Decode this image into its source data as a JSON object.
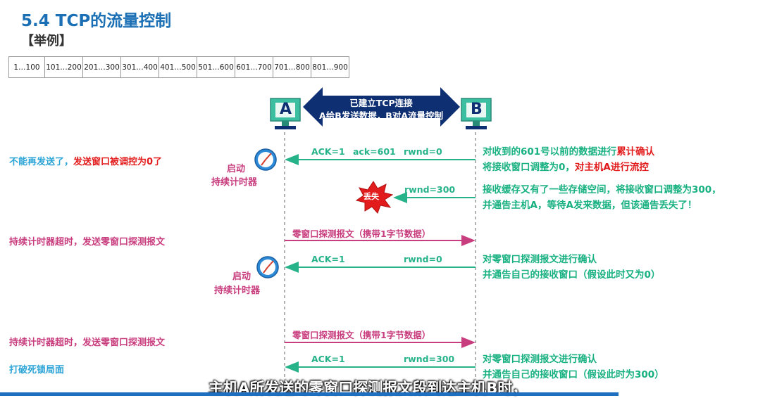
{
  "title": "5.4 TCP的流量控制",
  "subtitle": "【举例】",
  "sequence_cells": [
    "1…100",
    "101…200",
    "201…300",
    "301…400",
    "401…500",
    "501…600",
    "601…700",
    "701…800",
    "801…900"
  ],
  "hosts": {
    "a": "A",
    "b": "B"
  },
  "connection_banner": {
    "line1": "已建立TCP连接",
    "line2": "A给B发送数据，B对A流量控制"
  },
  "left_labels": {
    "cannot_send_part1": "不能再发送了，",
    "cannot_send_part2": "发送窗口被调控为0了",
    "timer_start_1_line1": "启动",
    "timer_start_1_line2": "持续计时器",
    "timeout_1": "持续计时器超时，发送零窗口探测报文",
    "timer_start_2_line1": "启动",
    "timer_start_2_line2": "持续计时器",
    "timeout_2": "持续计时器超时，发送零窗口探测报文",
    "deadlock_broken": "打破死锁局面"
  },
  "lost_label": "丢失",
  "messages": [
    {
      "ack": "ACK=1",
      "acknum": "ack=601",
      "rwnd": "rwnd=0"
    },
    {
      "rwnd": "rwnd=300"
    },
    {
      "text": "零窗口探测报文（携带1字节数据）"
    },
    {
      "ack": "ACK=1",
      "rwnd": "rwnd=0"
    },
    {
      "text": "零窗口探测报文（携带1字节数据）"
    },
    {
      "ack": "ACK=1",
      "rwnd": "rwnd=300"
    }
  ],
  "right_desc": {
    "d1_part1": "对收到的601号以前的数据进行",
    "d1_part2": "累计确认",
    "d1_line2_part1": "将接收窗口调整为0，",
    "d1_line2_part2": "对主机A进行流控",
    "d2_line1": "接收缓存又有了一些存储空间，将接收窗口调整为300，",
    "d2_line2": "并通告主机A，等待A发来数据，但该通告丢失了！",
    "d3_line1": "对零窗口探测报文进行确认",
    "d3_line2": "并通告自己的接收窗口（假设此时又为0）",
    "d4_line1": "对零窗口探测报文进行确认",
    "d4_line2": "并通告自己的接收窗口（假设此时为300）"
  },
  "caption": "主机A所发送的零窗口探测报文段到达主机B时，",
  "colors": {
    "title": "#1a6fb5",
    "green": "#27b38a",
    "pink": "#c83d7e",
    "red": "#e21c1c",
    "blue": "#2aa3d6",
    "navy": "#0f2f73"
  }
}
